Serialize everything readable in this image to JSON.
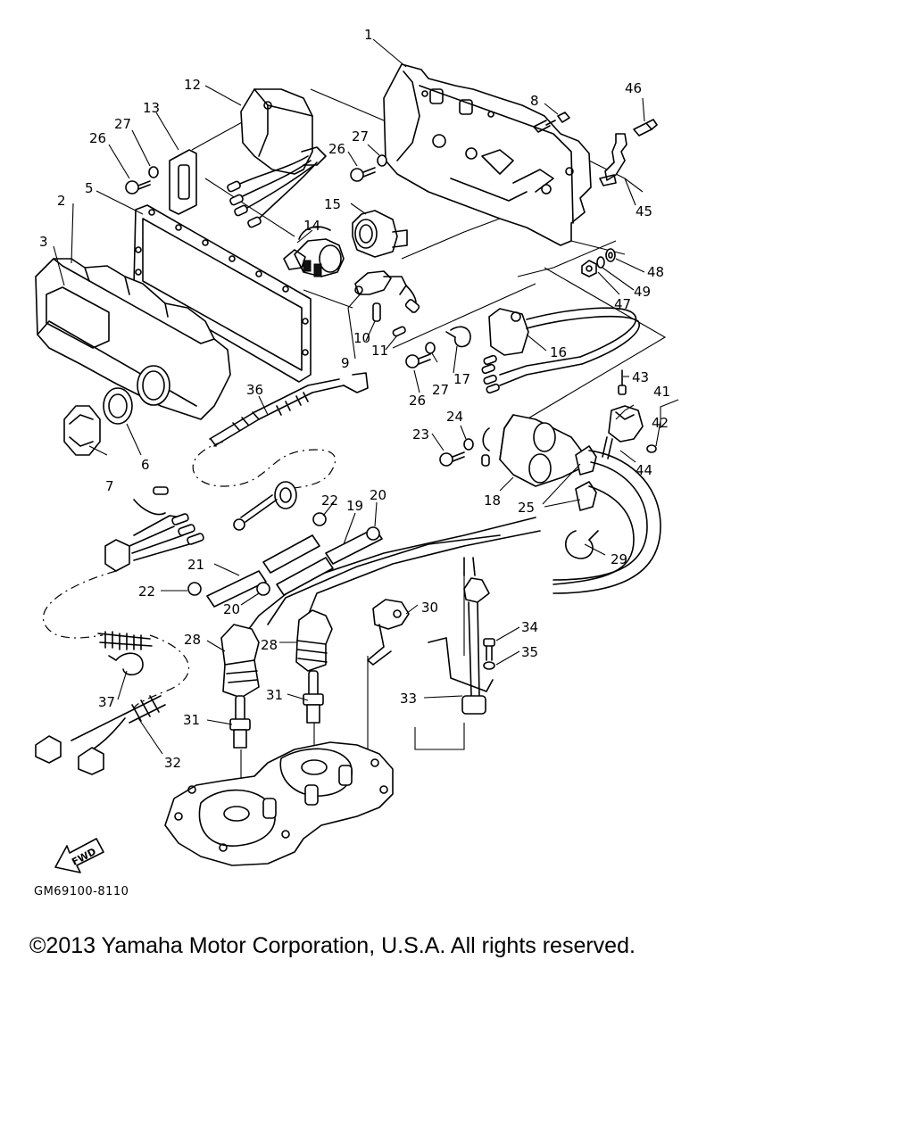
{
  "diagram": {
    "callouts": [
      "1",
      "2",
      "3",
      "5",
      "6",
      "7",
      "8",
      "9",
      "10",
      "11",
      "12",
      "13",
      "14",
      "15",
      "16",
      "17",
      "18",
      "19",
      "20",
      "20",
      "21",
      "22",
      "22",
      "23",
      "24",
      "25",
      "26",
      "26",
      "26",
      "27",
      "27",
      "27",
      "28",
      "28",
      "29",
      "30",
      "31",
      "31",
      "32",
      "33",
      "34",
      "35",
      "36",
      "37",
      "41",
      "42",
      "43",
      "44",
      "45",
      "46",
      "47",
      "48",
      "49"
    ],
    "fwd_label": "FWD"
  },
  "code": "GM69100-8110",
  "copyright": "©2013 Yamaha Motor Corporation, U.S.A. All rights reserved."
}
